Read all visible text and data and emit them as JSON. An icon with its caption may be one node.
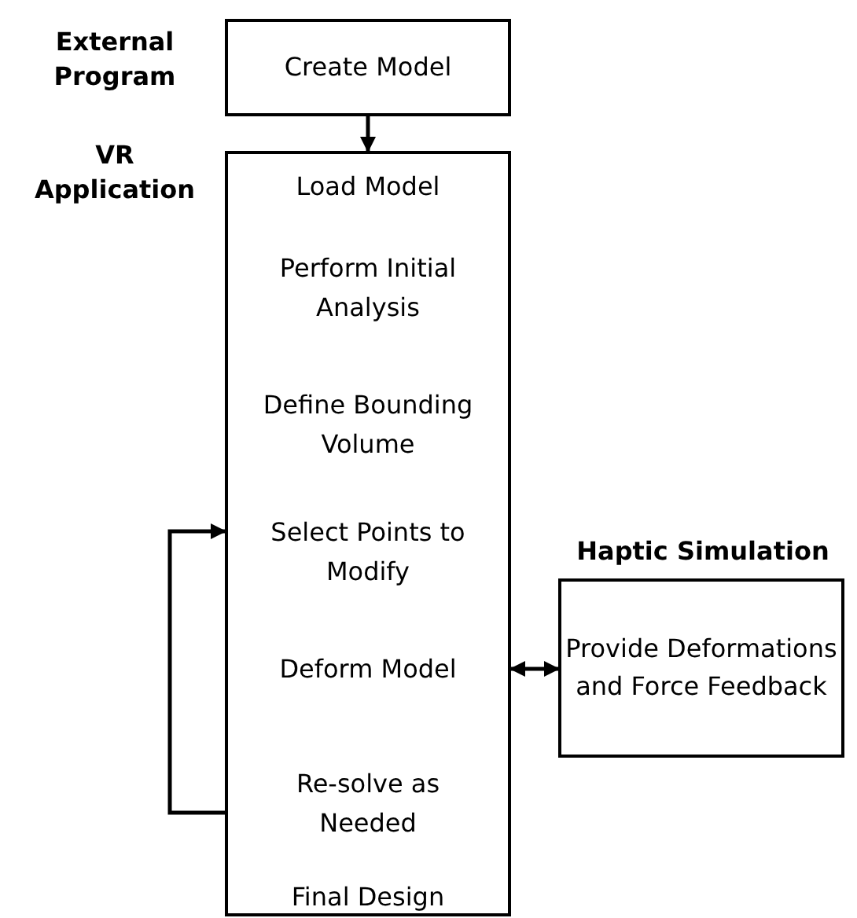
{
  "diagram": {
    "nodes": [
      {
        "text": [
          "External Program",
          "Create Model"
        ]
      },
      {
        "text": [
          "VR Application"
        ]
      },
      {
        "text": [
          "Load Model"
        ],
        "in": 1
      },
      {
        "text": [
          "Perform Initial Analysis"
        ],
        "in": 1
      },
      {
        "text": [
          "Define Bounding Volume"
        ],
        "in": 1
      },
      {
        "text": [
          "Select Points to Modify"
        ],
        "in": 1
      },
      {
        "text": [
          "Deform Model"
        ],
        "in": 1
      },
      {
        "text": [
          "Re-solve as Needed"
        ],
        "in": 1
      },
      {
        "text": [
          "Final Design"
        ],
        "in": 1
      },
      {
        "text": [
          "Haptic Simulation",
          "Provide Deformations and Force Feedback"
        ]
      }
    ],
    "edges": [
      {
        "from": 0,
        "to": 1,
        "arrow": "to"
      },
      {
        "from": 7,
        "to": 5,
        "arrow": "to"
      },
      {
        "from": 6,
        "to": 9,
        "arrow": "both"
      }
    ]
  }
}
